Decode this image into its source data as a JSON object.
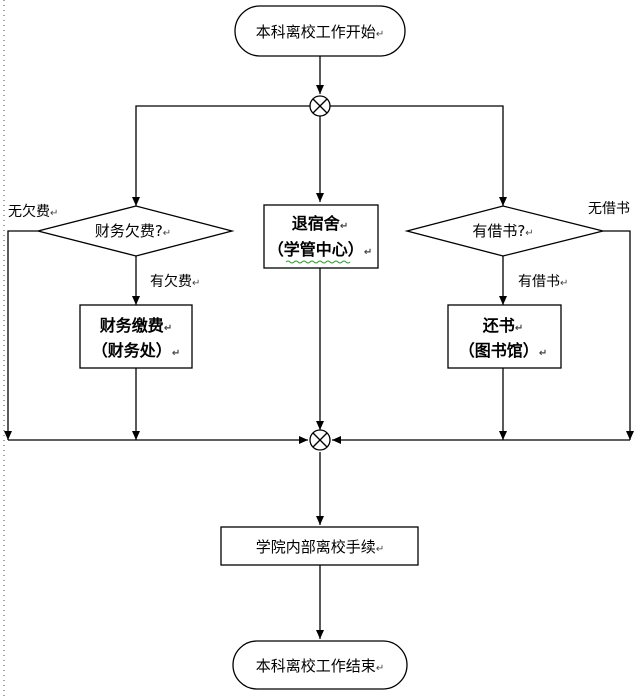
{
  "start": {
    "label": "本科离校工作开始"
  },
  "end": {
    "label": "本科离校工作结束"
  },
  "finance_check": {
    "label": "财务欠费?"
  },
  "finance_pay": {
    "line1": "财务缴费",
    "line2": "（财务处）"
  },
  "dorm": {
    "line1": "退宿舍",
    "line2": "（学管中心）"
  },
  "book_check": {
    "label": "有借书?"
  },
  "book_return": {
    "line1": "还书",
    "line2": "（图书馆）"
  },
  "college": {
    "label": "学院内部离校手续"
  },
  "edges": {
    "no_debt": "无欠费",
    "has_debt": "有欠费",
    "has_books": "有借书",
    "no_books": "无借书"
  },
  "para_mark": "↵"
}
